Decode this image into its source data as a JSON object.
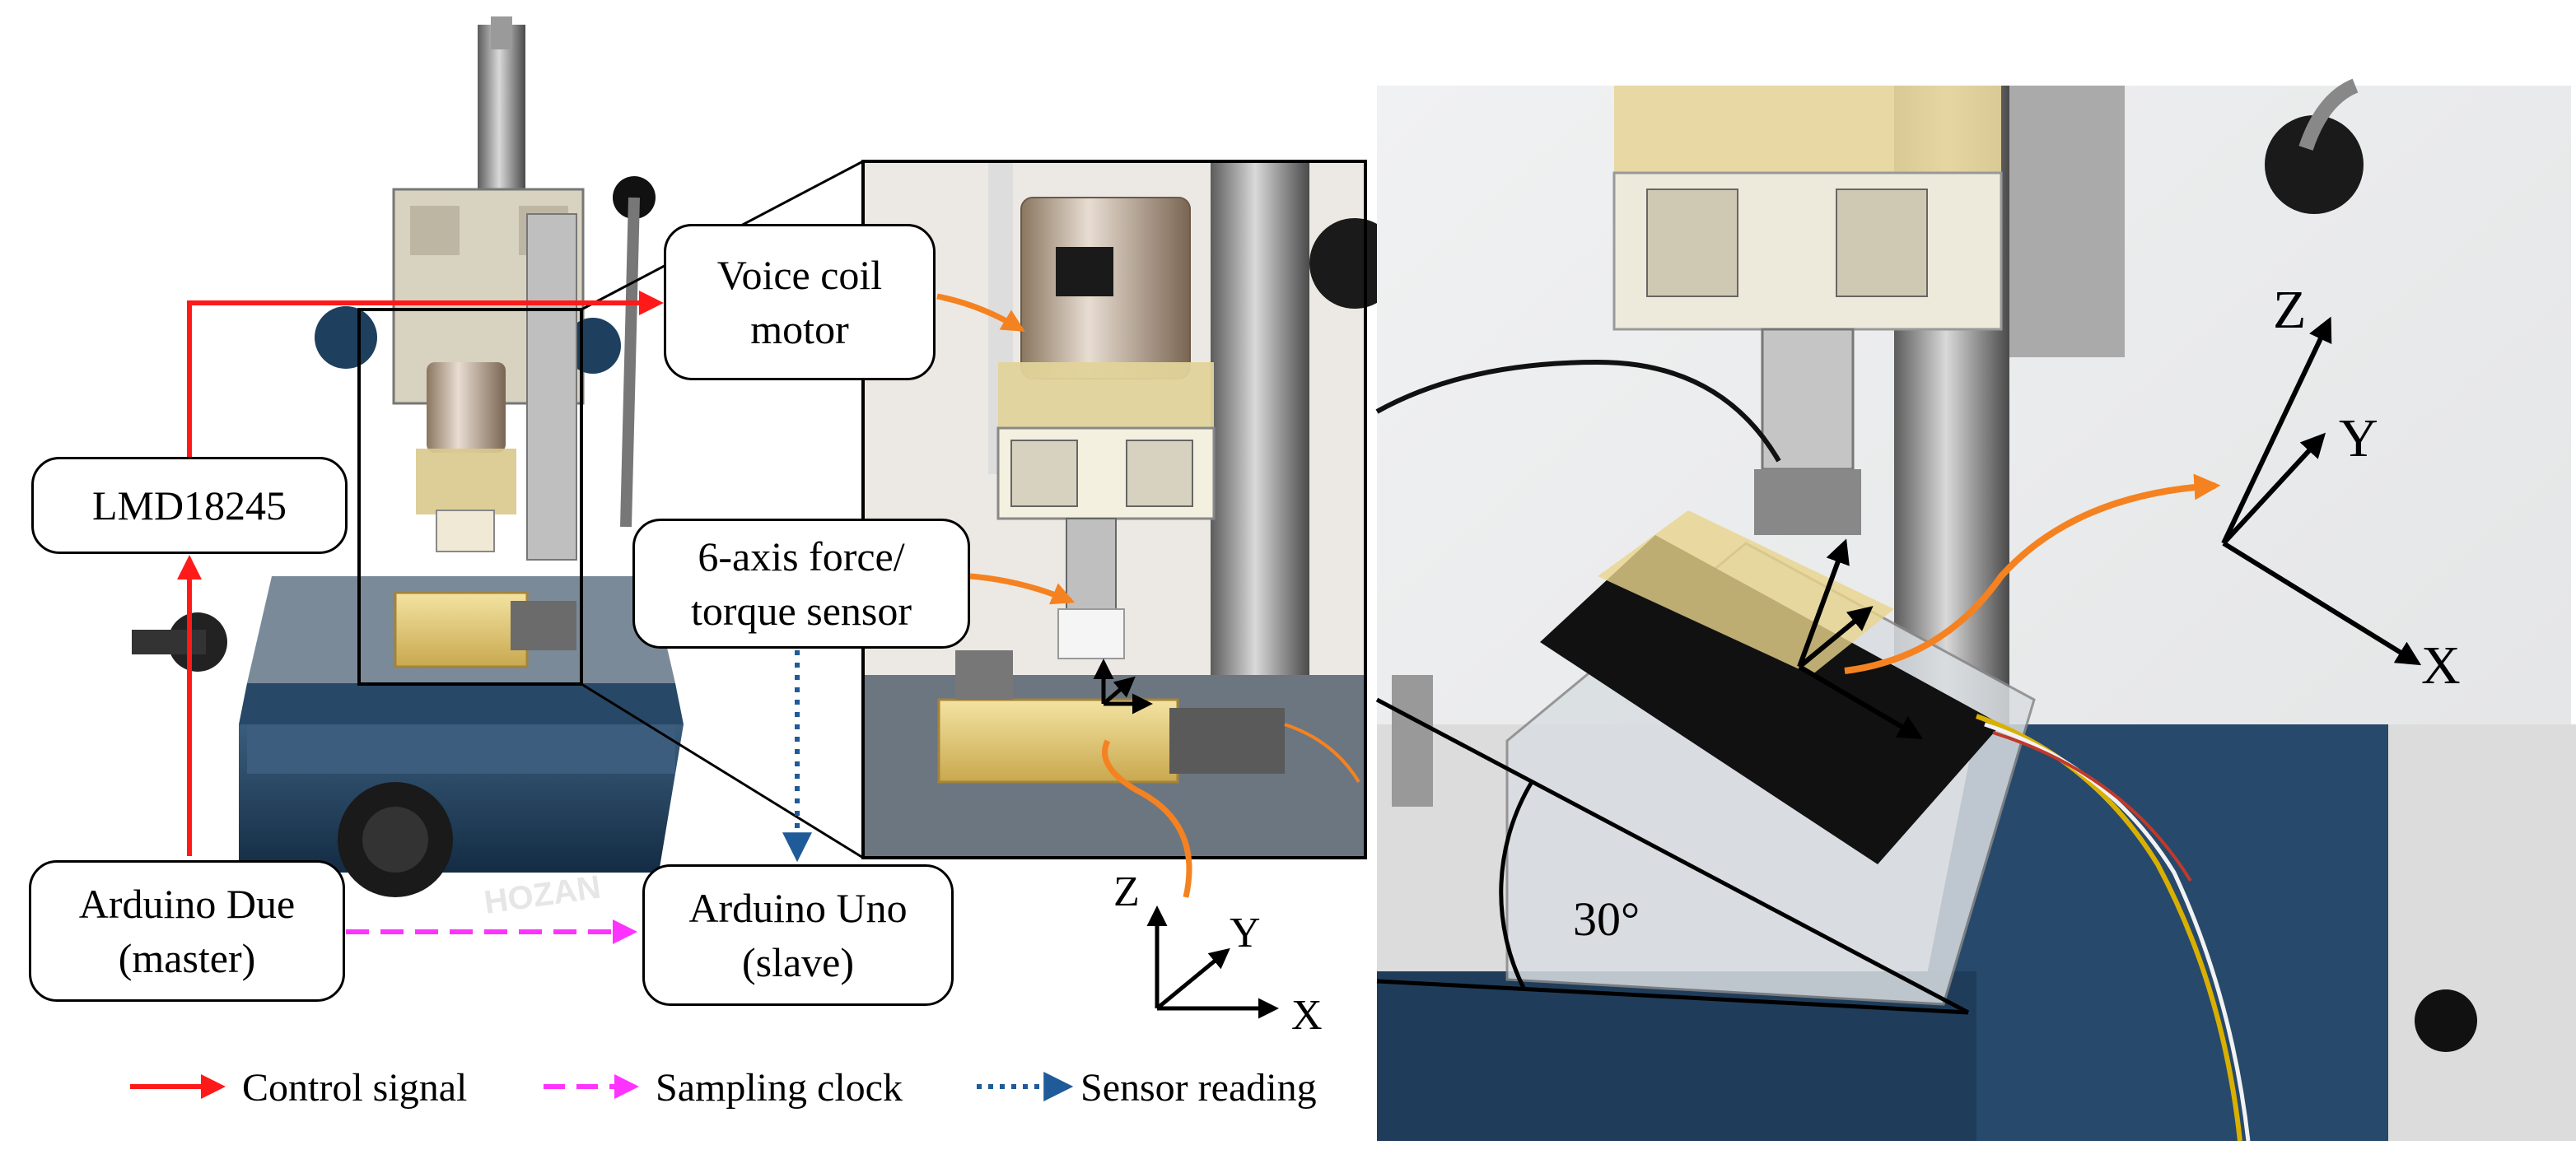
{
  "left_figure": {
    "boxes": {
      "voice_coil": [
        "Voice coil",
        "motor"
      ],
      "driver": [
        "LMD18245"
      ],
      "sensor": [
        "6-axis force/",
        "torque sensor"
      ],
      "master": [
        "Arduino Due",
        "(master)"
      ],
      "slave": [
        "Arduino Uno",
        "(slave)"
      ]
    },
    "axes": {
      "z": "Z",
      "y": "Y",
      "x": "X"
    },
    "legend": [
      {
        "label": "Control signal",
        "color": "#ff1a1a",
        "style": "solid"
      },
      {
        "label": "Sampling clock",
        "color": "#ff33ff",
        "style": "dashed"
      },
      {
        "label": "Sensor reading",
        "color": "#1f5a99",
        "style": "dotted"
      }
    ],
    "brand_text": "HOZAN"
  },
  "right_figure": {
    "axes": {
      "z": "Z",
      "y": "Y",
      "x": "X"
    },
    "angle_label": "30°"
  },
  "colors": {
    "control": "#ff1a1a",
    "sampling": "#ff33ff",
    "sensor": "#1f5a99",
    "pointer": "#f58220",
    "stage_blue": "#1e3f5e",
    "acrylic_yellow": "#e8cc78"
  }
}
